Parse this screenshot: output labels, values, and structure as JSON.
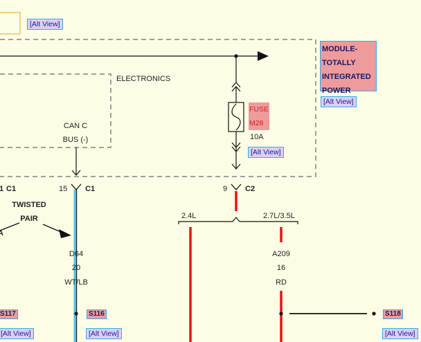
{
  "module": {
    "name_lines": [
      "MODULE-",
      "TOTALLY",
      "INTEGRATED",
      "POWER"
    ],
    "alt_view": "[Alt View]"
  },
  "top_alt_view": "[Alt View]",
  "electronics_label": "ELECTRONICS",
  "can_bus": {
    "line1": "CAN C",
    "line2": "BUS (-)"
  },
  "fuse": {
    "label": "FUSE",
    "number": "M28",
    "rating": "10A",
    "alt_view": "[Alt View]"
  },
  "connectors": {
    "left_c1": {
      "pin": "1",
      "name": "C1"
    },
    "c1": {
      "pin": "15",
      "name": "C1"
    },
    "c2": {
      "pin": "9",
      "name": "C2"
    }
  },
  "twisted_pair": {
    "line1": "TWISTED",
    "line2": "PAIR"
  },
  "engine_options": {
    "left": "2.4L",
    "right": "2.7L/3.5L"
  },
  "wire_d64": {
    "circuit": "D64",
    "gauge": "20",
    "color": "WT/LB"
  },
  "wire_a209": {
    "circuit": "A209",
    "gauge": "16",
    "color": "RD"
  },
  "splices": [
    {
      "id": "S117",
      "alt_view": "[Alt View]"
    },
    {
      "id": "S116",
      "alt_view": "[Alt View]"
    },
    {
      "id": "S118",
      "alt_view": "[Alt View]"
    }
  ],
  "colors": {
    "wire_red": "#ee1111",
    "wire_black": "#111111",
    "wire_cyan": "#55c8ee",
    "highlight_pink": "#ee9b9b",
    "background": "#fdfde6"
  }
}
